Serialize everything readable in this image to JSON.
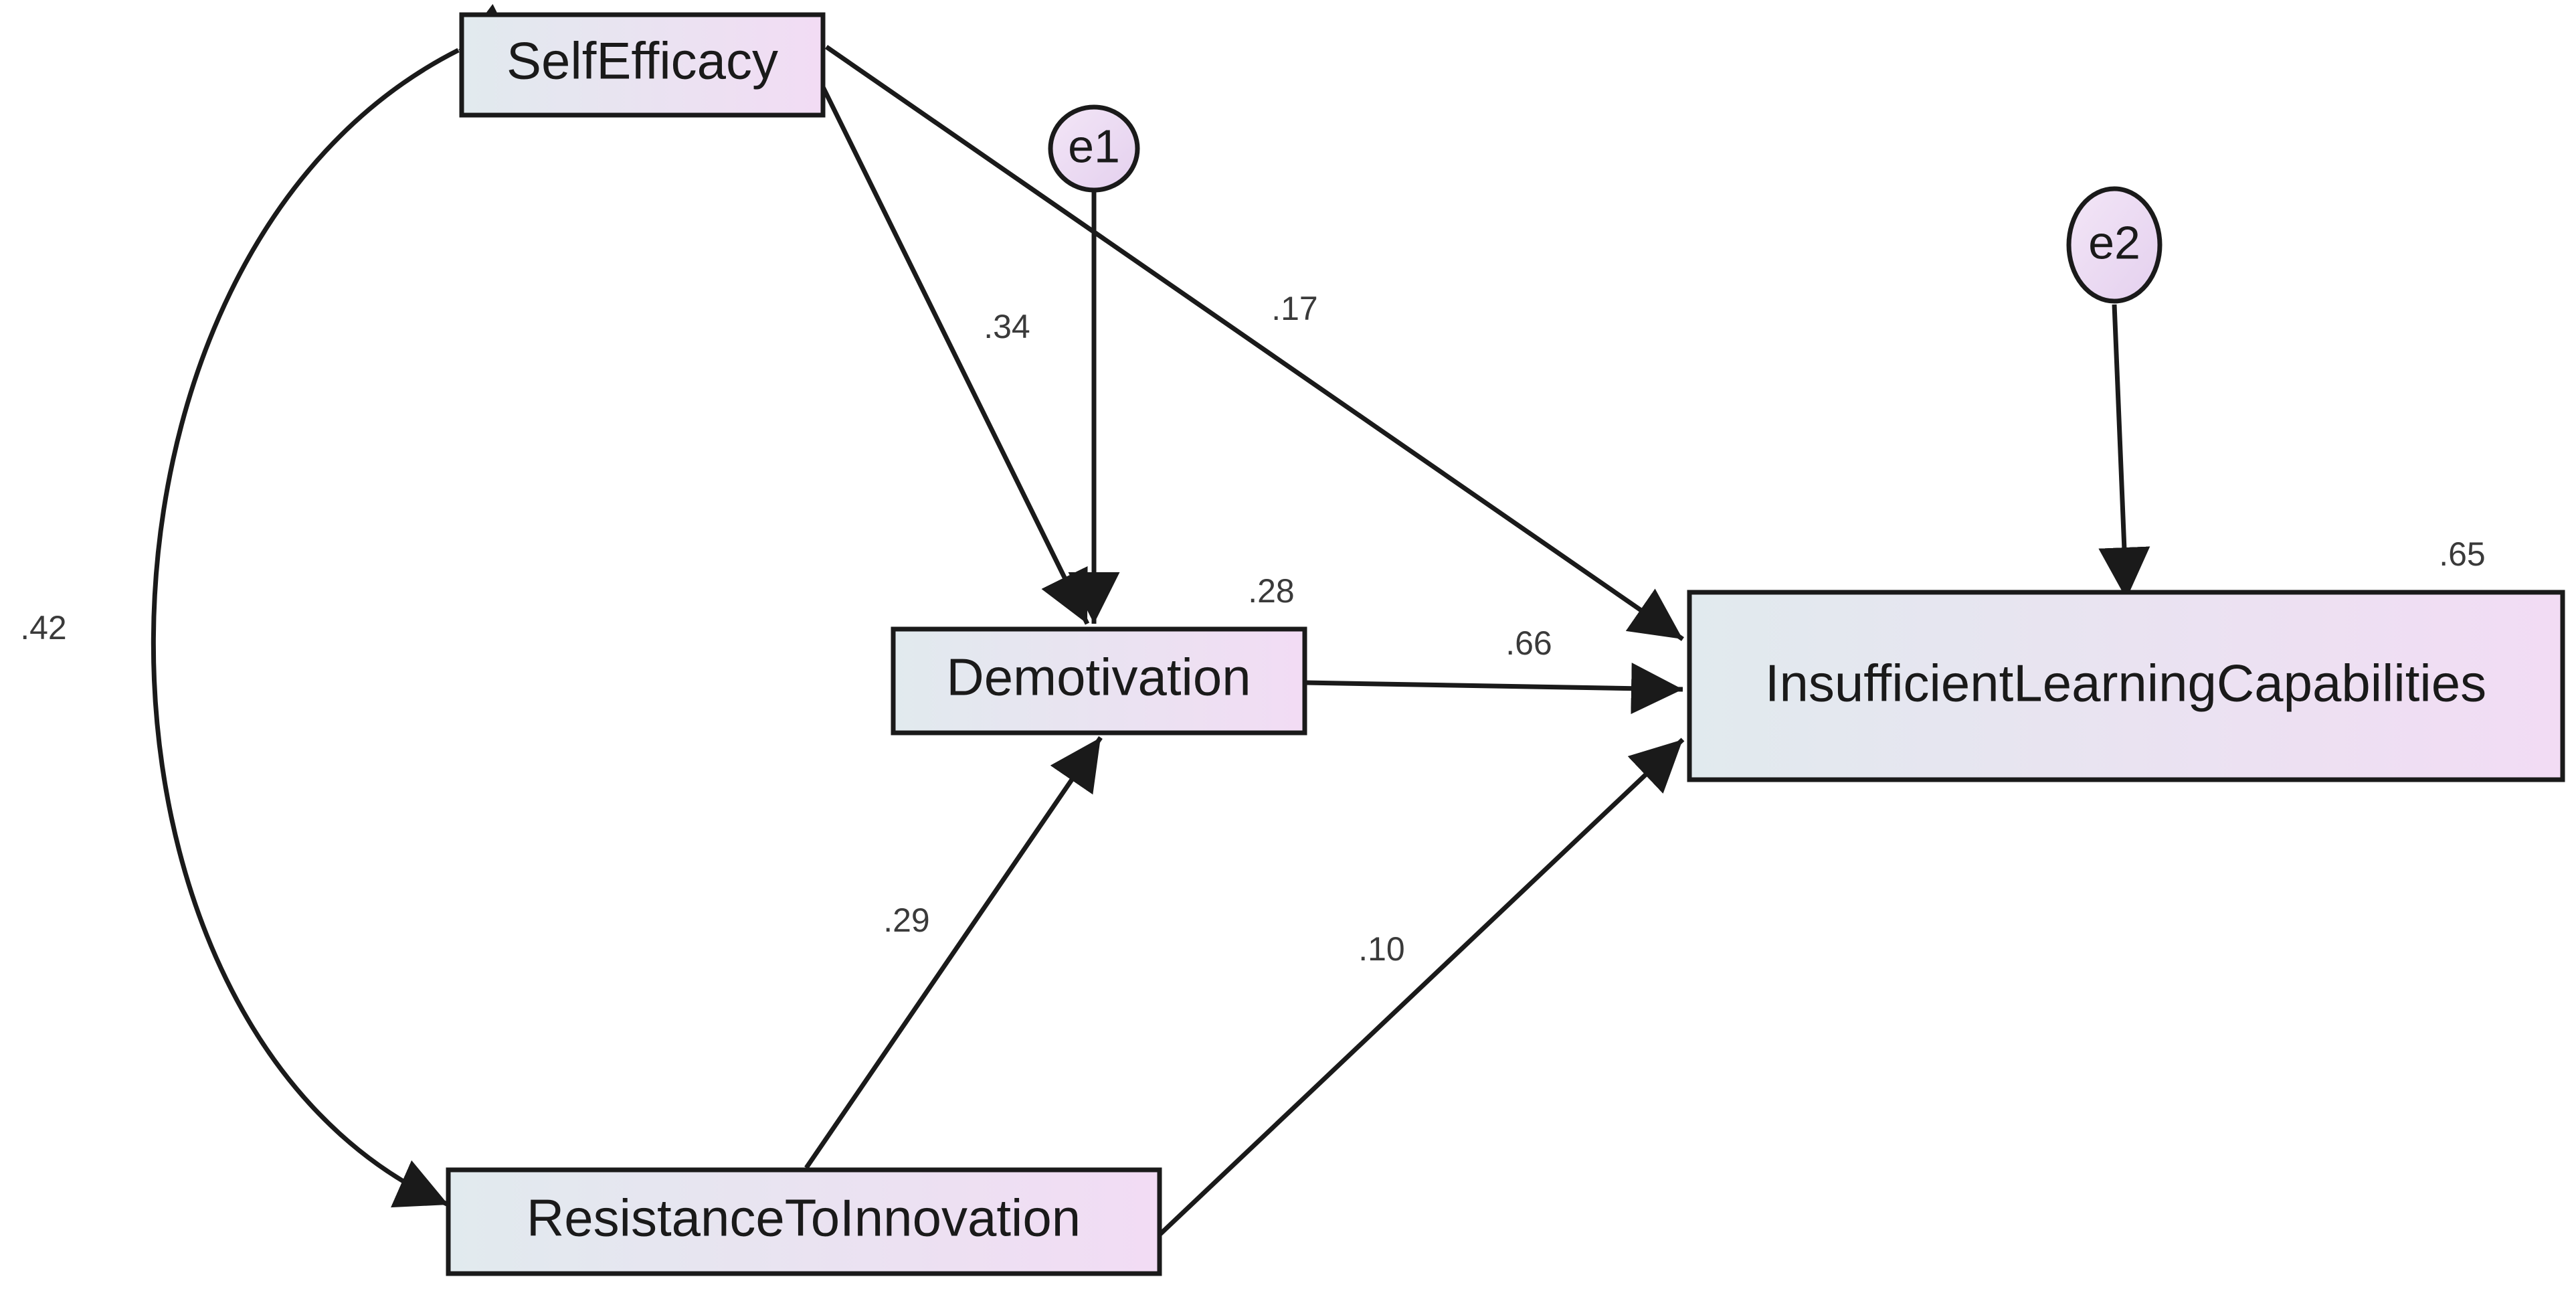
{
  "diagram": {
    "observed_variables": [
      {
        "id": "self_efficacy",
        "label": "SelfEfficacy"
      },
      {
        "id": "demotivation",
        "label": "Demotivation",
        "r_squared": ".28"
      },
      {
        "id": "resistance",
        "label": "ResistanceToInnovation"
      },
      {
        "id": "insufficient",
        "label": "InsufficientLearningCapabilities",
        "r_squared": ".65"
      }
    ],
    "error_terms": [
      {
        "id": "e1",
        "label": "e1",
        "target": "demotivation"
      },
      {
        "id": "e2",
        "label": "e2",
        "target": "insufficient"
      }
    ],
    "paths": [
      {
        "from": "self_efficacy",
        "to": "demotivation",
        "coefficient": ".34"
      },
      {
        "from": "self_efficacy",
        "to": "insufficient",
        "coefficient": ".17"
      },
      {
        "from": "demotivation",
        "to": "insufficient",
        "coefficient": ".66"
      },
      {
        "from": "resistance",
        "to": "demotivation",
        "coefficient": ".29"
      },
      {
        "from": "resistance",
        "to": "insufficient",
        "coefficient": ".10"
      }
    ],
    "covariances": [
      {
        "between": [
          "self_efficacy",
          "resistance"
        ],
        "coefficient": ".42"
      }
    ],
    "colors": {
      "stroke": "#1a1a1a",
      "box_fill_left": "#e1eaee",
      "box_fill_right": "#f2dcf4",
      "ellipse_fill": "#ecdcf2"
    }
  }
}
